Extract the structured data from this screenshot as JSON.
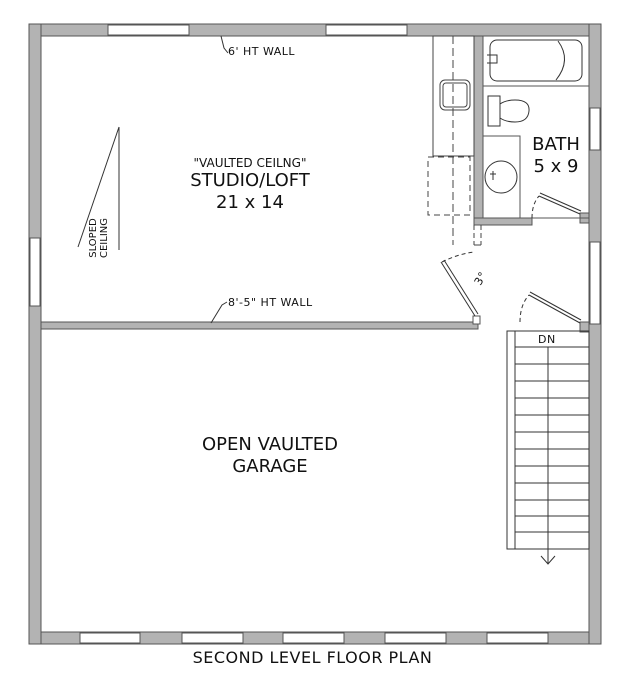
{
  "plan": {
    "title": "SECOND LEVEL FLOOR PLAN",
    "colors": {
      "wall_fill": "#b3b3b3",
      "wall_stroke": "#555555",
      "line": "#222222",
      "background": "#ffffff"
    }
  },
  "rooms": {
    "studio": {
      "note": "\"VAULTED CEILNG\"",
      "name": "STUDIO/LOFT",
      "size": "21 x 14"
    },
    "bath": {
      "name": "BATH",
      "size": "5 x 9"
    },
    "garage": {
      "line1": "OPEN VAULTED",
      "line2": "GARAGE"
    }
  },
  "annotations": {
    "top_wall": "6' HT WALL",
    "mid_wall": "8'-5\" HT WALL",
    "sloped_line1": "SLOPED",
    "sloped_line2": "CEILING",
    "door_size": "3°",
    "stairs": "DN"
  },
  "stairs": {
    "treads": 12,
    "direction": "down"
  }
}
